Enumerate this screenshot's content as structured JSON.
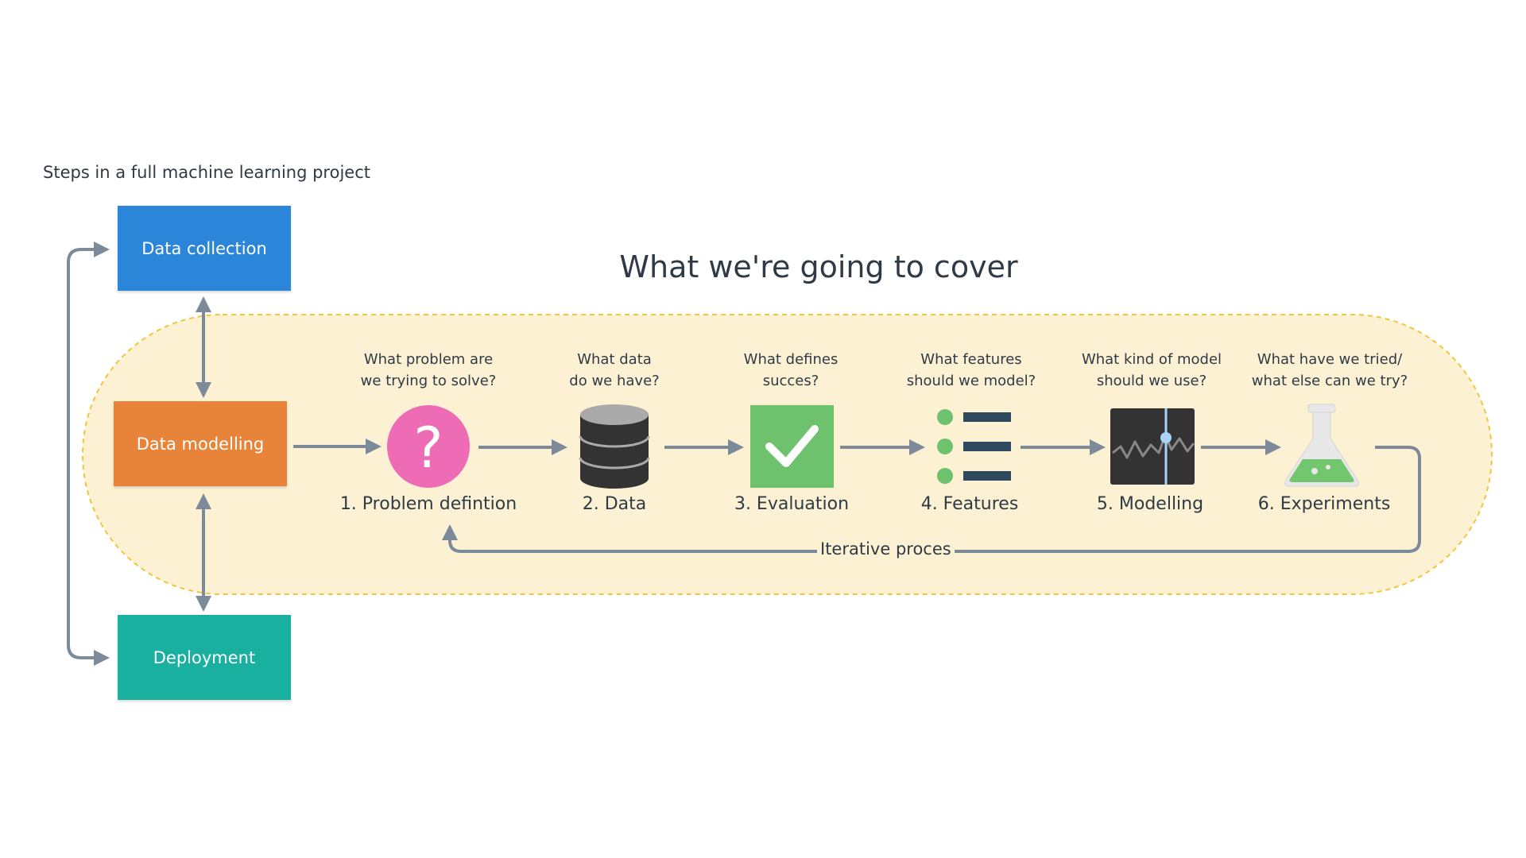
{
  "page_title": "Steps in a full machine learning project",
  "heading": "What we're going to cover",
  "lifecycle": {
    "collection": "Data collection",
    "modelling": "Data modelling",
    "deployment": "Deployment"
  },
  "steps": [
    {
      "question": "What problem are\nwe trying to solve?",
      "label": "1. Problem defintion",
      "icon": "question-mark-icon"
    },
    {
      "question": "What data\ndo we have?",
      "label": "2. Data",
      "icon": "database-icon"
    },
    {
      "question": "What defines\nsucces?",
      "label": "3. Evaluation",
      "icon": "checkmark-icon"
    },
    {
      "question": "What features\nshould we model?",
      "label": "4. Features",
      "icon": "feature-list-icon"
    },
    {
      "question": "What kind of model\nshould we use?",
      "label": "5. Modelling",
      "icon": "line-chart-icon"
    },
    {
      "question": "What have we tried/\nwhat else can we try?",
      "label": "6. Experiments",
      "icon": "flask-icon"
    }
  ],
  "loop_label": "Iterative proces",
  "colors": {
    "collection": "#2b86d9",
    "modelling": "#e8843a",
    "deployment": "#1ab09f",
    "region_fill": "#fdf1d4",
    "region_border": "#f2c53d",
    "arrow": "#7d8a99",
    "question_icon": "#ee6bb5",
    "database_icon": "#333333",
    "database_top": "#aaaaaa",
    "check_icon": "#6ec26d",
    "feature_dot": "#6ec26d",
    "feature_bar": "#2f4a5e",
    "chart_icon": "#333333",
    "chart_cursor": "#a8d4f5",
    "flask_liquid": "#72c66e",
    "flask_glass": "#e8e8e8"
  }
}
